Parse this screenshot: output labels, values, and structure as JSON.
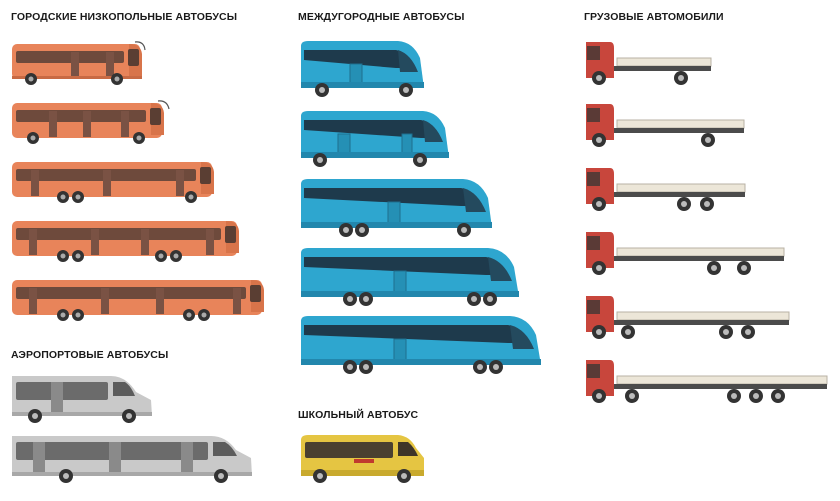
{
  "sections": {
    "city": {
      "title": "ГОРОДСКИЕ НИЗКОПОЛЬНЫЕ АВТОБУСЫ"
    },
    "intercity": {
      "title": "МЕЖДУГОРОДНЫЕ АВТОБУСЫ"
    },
    "trucks": {
      "title": "ГРУЗОВЫЕ АВТОМОБИЛИ"
    },
    "airport": {
      "title": "АЭРОПОРТОВЫЕ АВТОБУСЫ"
    },
    "school": {
      "title": "ШКОЛЬНЫЙ АВТОБУС"
    }
  },
  "colors": {
    "city_body": "#e8845a",
    "intercity_body": "#2ea6cf",
    "airport_body": "#c9c9c9",
    "school_body": "#e5c542",
    "truck_cab": "#c8463c",
    "truck_bed": "#ece6d8"
  }
}
